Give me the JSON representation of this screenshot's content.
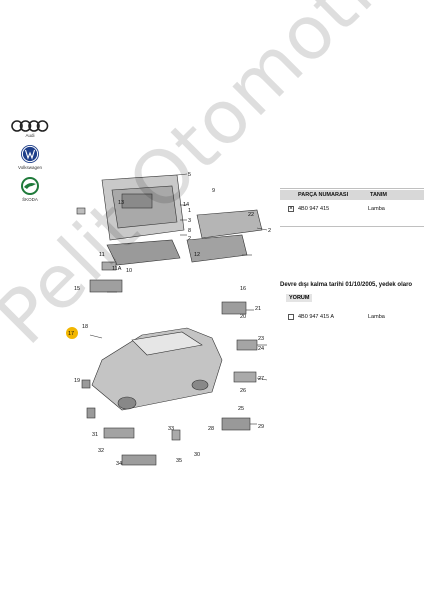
{
  "brands": [
    {
      "name": "Audi",
      "icon": "audi-rings-logo"
    },
    {
      "name": "Volkswagen",
      "icon": "vw-logo"
    },
    {
      "name": "ŠKODA",
      "icon": "skoda-logo"
    }
  ],
  "table": {
    "header_part_number": "PARÇA NUMARASI",
    "header_description": "TANIM",
    "row1_part_number": "4B0 947 415",
    "row1_description": "Lamba"
  },
  "note": "Devre dışı kalma tarihi 01/10/2005, yedek olaro",
  "yorum_label": "YORUM",
  "table2": {
    "row1_part_number": "4B0 947 415 A",
    "row1_description": "Lamba"
  },
  "watermark": "Pelit Otomotiv",
  "callouts": [
    "5",
    "14",
    "1",
    "3",
    "8",
    "2",
    "9",
    "2",
    "22",
    "13",
    "12",
    "11",
    "11A",
    "10",
    "15",
    "16",
    "18",
    "17",
    "19",
    "21",
    "23",
    "20",
    "24",
    "27",
    "26",
    "25",
    "29",
    "30",
    "31",
    "32",
    "33",
    "34",
    "35",
    "28"
  ],
  "highlight_callout": "17",
  "colors": {
    "highlight": "#f2b600",
    "accent": "#333333"
  }
}
